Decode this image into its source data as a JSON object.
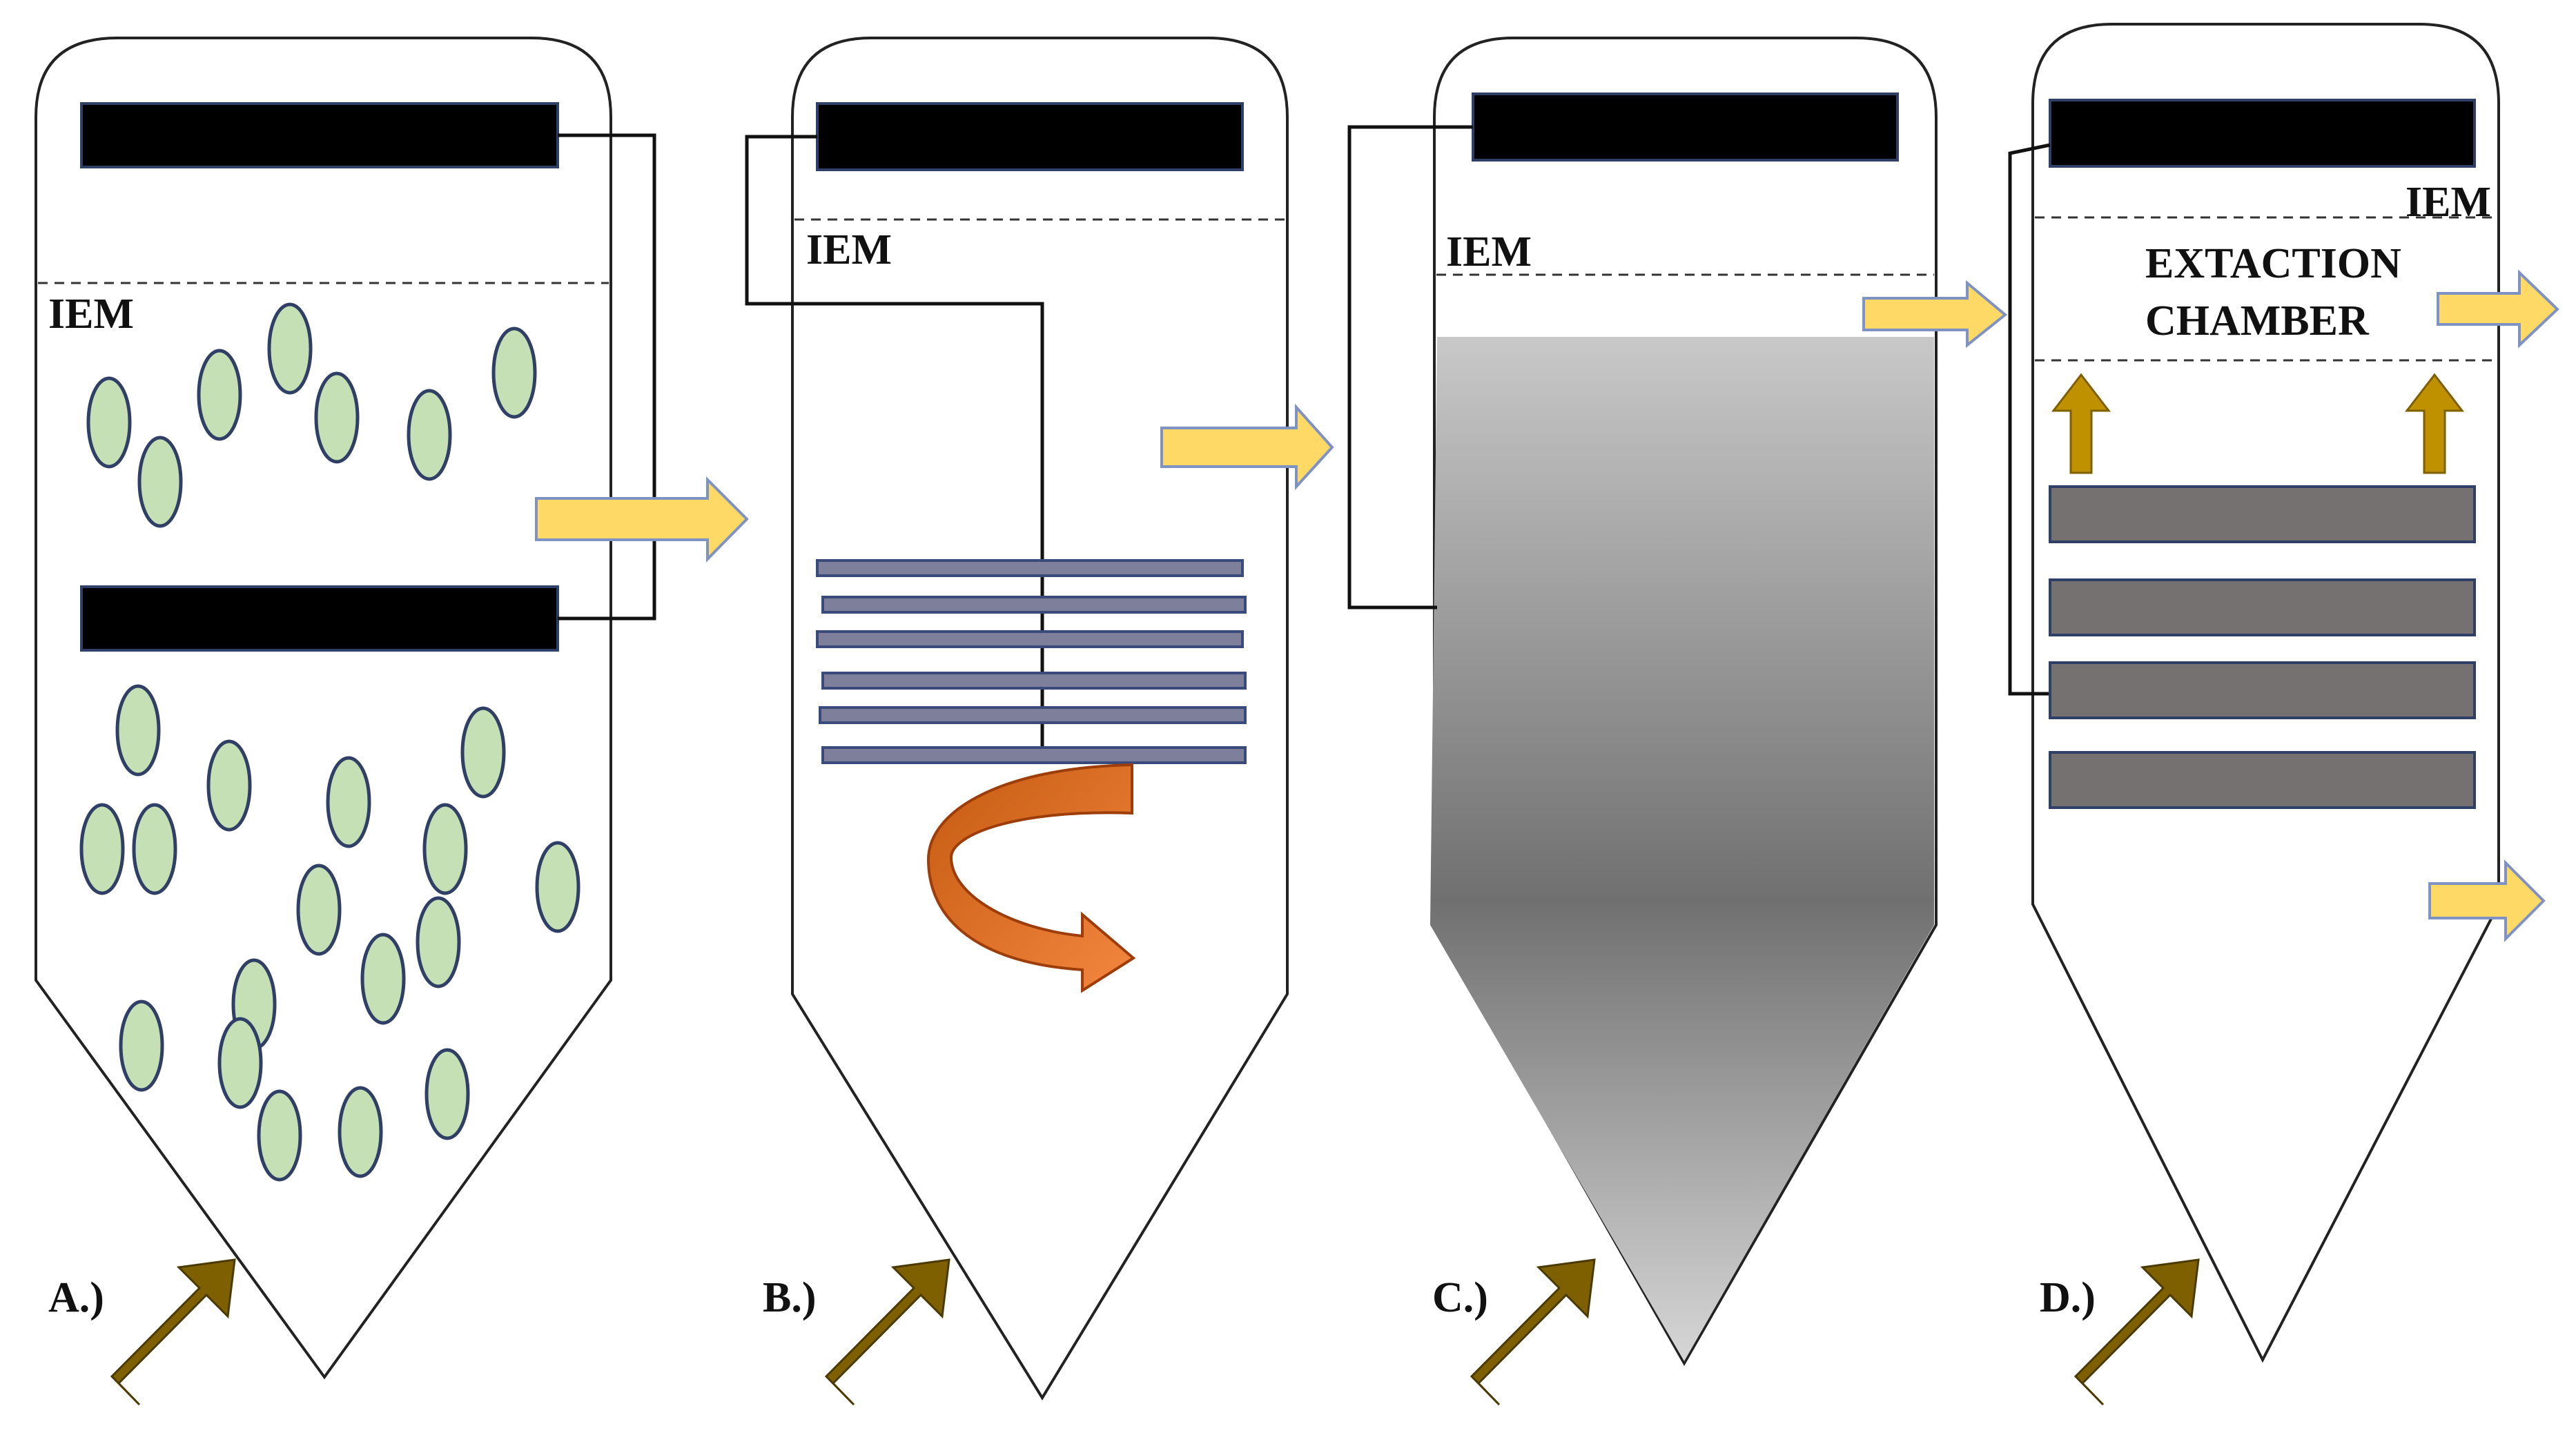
{
  "colors": {
    "electrode": "#000000",
    "electrode_border": "#2f3f66",
    "microbe_fill": "#c5e0b4",
    "microbe_stroke": "#2f3f66",
    "flow_arrow_fill": "#ffd966",
    "flow_arrow_stroke": "#7f92c4",
    "inlet_arrow": "#7f6000",
    "up_arrow": "#bf9000",
    "mesh_fill": "#7e7f9a",
    "mesh_stroke": "#3a4a7a",
    "swirl_arrow": "#ed7d31",
    "plate_fill": "#767171",
    "plate_stroke": "#2f3f66",
    "outline": "#222222"
  },
  "panels": [
    {
      "id": "a",
      "label": "A.)",
      "membrane_label": "IEM"
    },
    {
      "id": "b",
      "label": "B.)",
      "membrane_label": "IEM"
    },
    {
      "id": "c",
      "label": "C.)",
      "membrane_label": "IEM"
    },
    {
      "id": "d",
      "label": "D.)",
      "membrane_label": "IEM",
      "chamber_label_line1": "EXTACTION",
      "chamber_label_line2": "CHAMBER"
    }
  ]
}
